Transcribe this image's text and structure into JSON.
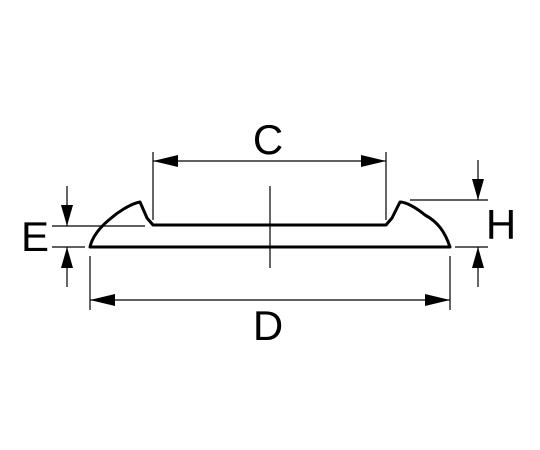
{
  "labels": {
    "c": "C",
    "d": "D",
    "e": "E",
    "h": "H"
  },
  "colors": {
    "ink": "#000000",
    "background": "#ffffff"
  }
}
